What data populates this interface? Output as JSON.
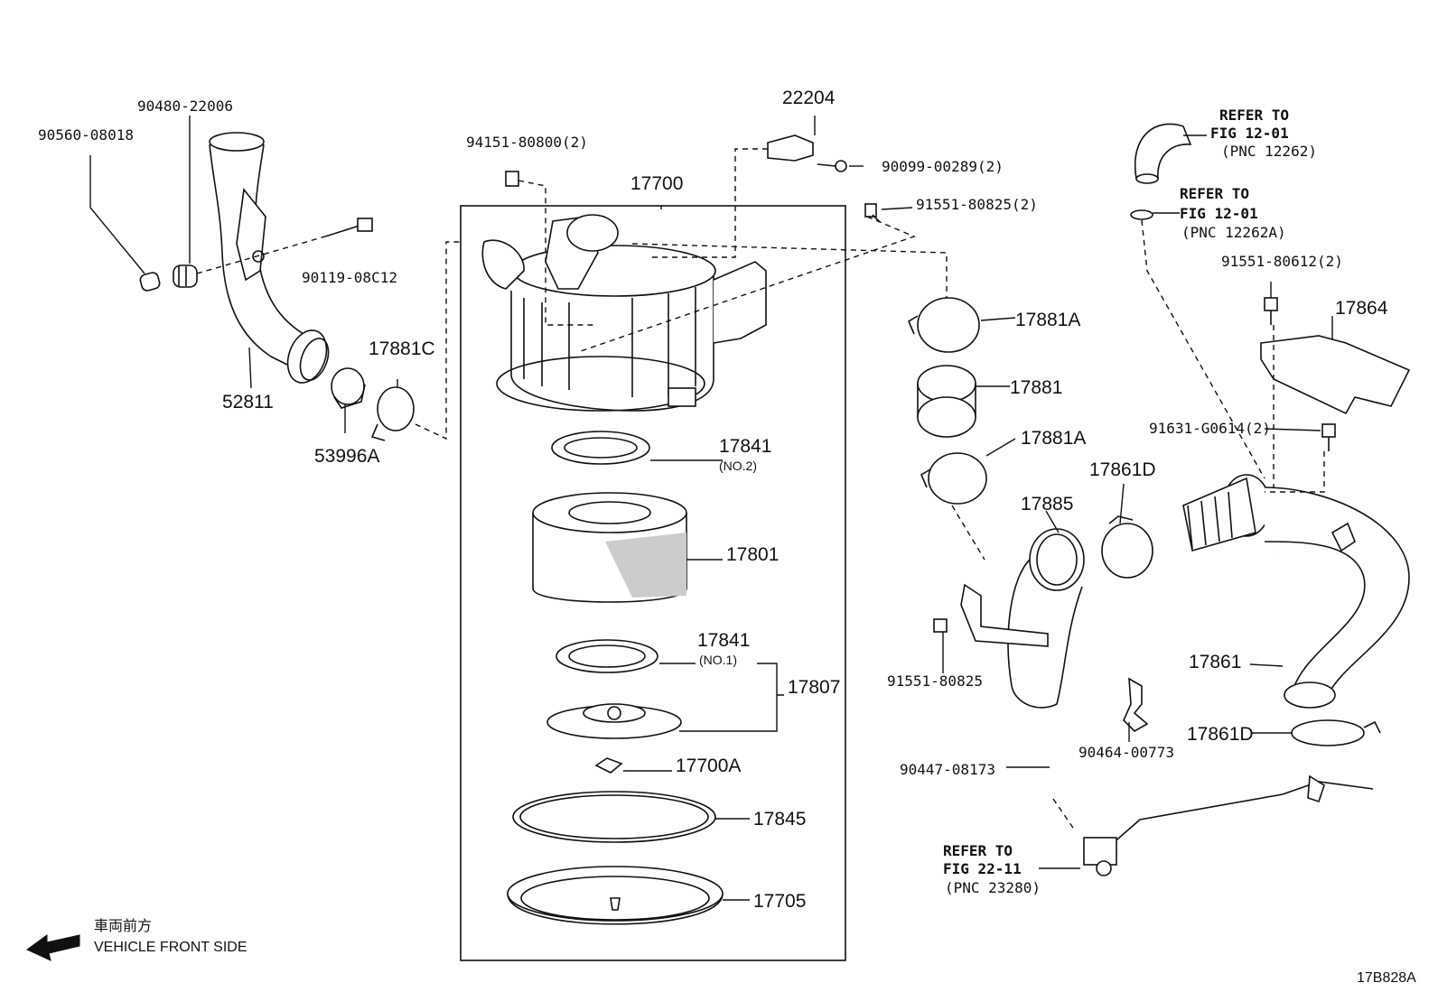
{
  "diagram_id": "17B828A",
  "direction": {
    "jp": "車両前方",
    "en": "VEHICLE FRONT SIDE"
  },
  "parts": {
    "p90480_22006": "90480-22006",
    "p90560_08018": "90560-08018",
    "p90119_08C12": "90119-08C12",
    "p52811": "52811",
    "p17881C": "17881C",
    "p53996A": "53996A",
    "p94151_80800": "94151-80800(2)",
    "p17700": "17700",
    "p22204": "22204",
    "p90099_00289": "90099-00289(2)",
    "p91551_80825_2": "91551-80825(2)",
    "p17841_2": "17841",
    "p17841_2_sub": "(NO.2)",
    "p17801": "17801",
    "p17841_1": "17841",
    "p17841_1_sub": "(NO.1)",
    "p17807": "17807",
    "p17700A": "17700A",
    "p17845": "17845",
    "p17705": "17705",
    "p17881A_top": "17881A",
    "p17881": "17881",
    "p17881A_bot": "17881A",
    "p17885": "17885",
    "p17861D_top": "17861D",
    "p91551_80825": "91551-80825",
    "p90447_08173": "90447-08173",
    "p90464_00773": "90464-00773",
    "p17861": "17861",
    "p17861D_bot": "17861D",
    "p91551_80612": "91551-80612(2)",
    "p17864": "17864",
    "p91631_G0614": "91631-G0614(2)"
  },
  "refs": {
    "ref1": {
      "line1": "REFER TO",
      "line2": "FIG 12-01",
      "line3": "(PNC 12262)"
    },
    "ref2": {
      "line1": "REFER TO",
      "line2": "FIG 12-01",
      "line3": "(PNC 12262A)"
    },
    "ref3": {
      "line1": "REFER TO",
      "line2": "FIG 22-11",
      "line3": "(PNC 23280)"
    }
  }
}
